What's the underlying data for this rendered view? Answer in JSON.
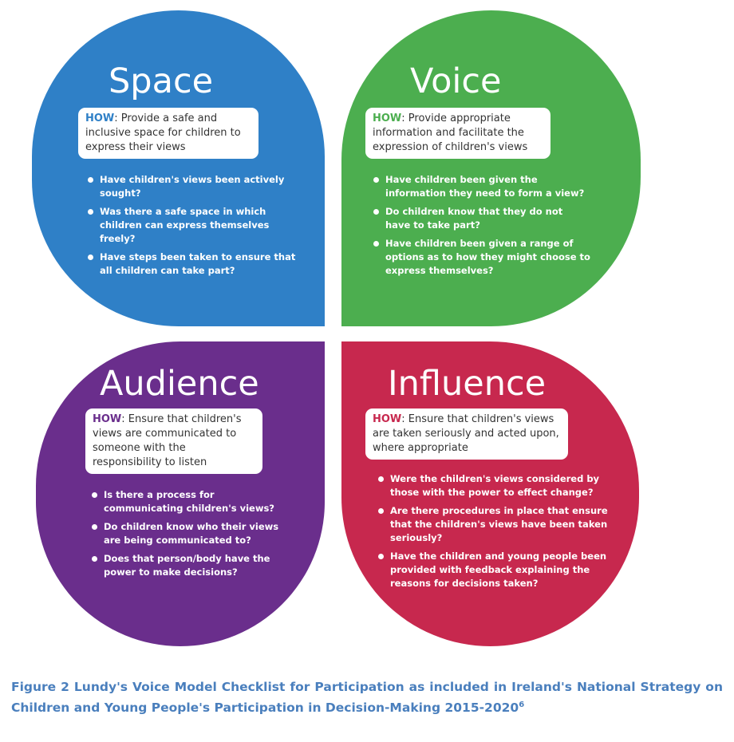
{
  "colors": {
    "space": "#2f80c7",
    "voice": "#4cae4f",
    "audience": "#6a2e8c",
    "influence": "#c7284e",
    "caption": "#4a7fbd"
  },
  "quadrants": [
    {
      "title": "Space",
      "how_label": "HOW",
      "how_text": ": Provide a safe and inclusive space for children to express their views",
      "bullets": [
        "Have children's views been actively sought?",
        "Was there a safe space in which children can express themselves freely?",
        "Have steps been taken to ensure that all children can take part?"
      ]
    },
    {
      "title": "Voice",
      "how_label": "HOW",
      "how_text": ": Provide appropriate information and facilitate the expression of children's views",
      "bullets": [
        "Have children been given the information they need to form a view?",
        "Do children know that they do not have to take part?",
        "Have children been given a range of options as to how they might choose to express themselves?"
      ]
    },
    {
      "title": "Audience",
      "how_label": "HOW",
      "how_text": ": Ensure that children's views are communicated to someone with the responsibility to listen",
      "bullets": [
        "Is there a process for communicating children's views?",
        "Do children know who their views are being communicated to?",
        "Does that person/body have the power to make decisions?"
      ]
    },
    {
      "title": "Influence",
      "how_label": "HOW",
      "how_text": ": Ensure that children's views are taken seriously and acted upon, where appropriate",
      "bullets": [
        "Were the children's views considered by those with the power to effect change?",
        "Are there procedures in place that ensure that the children's views have been taken seriously?",
        "Have the children and young people been provided with feedback explaining the reasons for decisions taken?"
      ]
    }
  ],
  "caption": {
    "text": "Figure 2 Lundy's Voice Model Checklist for Participation as included in Ireland's National Strategy on Children and Young People's Participation in Decision-Making 2015-2020",
    "superscript": "6"
  }
}
